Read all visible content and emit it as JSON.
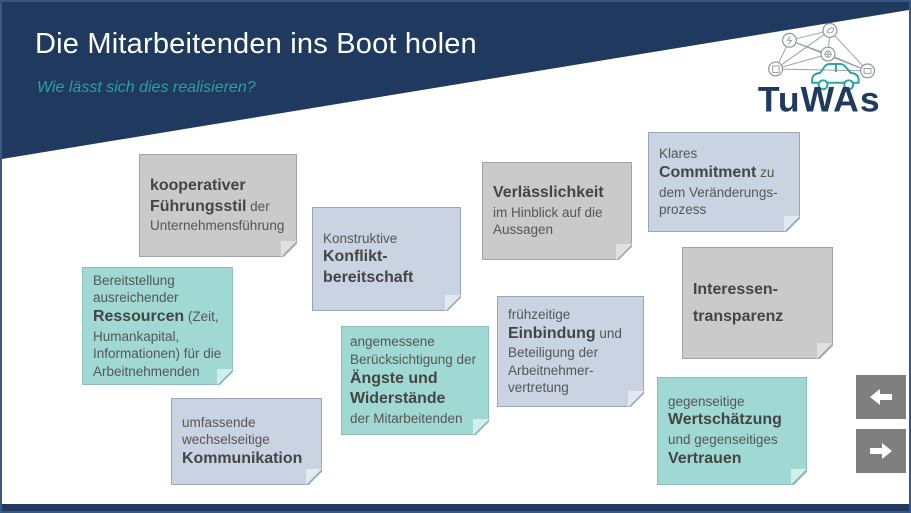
{
  "slide": {
    "title": "Die Mitarbeitenden ins Boot holen",
    "subtitle": "Wie lässt sich dies realisieren?",
    "logo": {
      "text": "TuWAs",
      "icons": [
        "network-nodes-icon",
        "car-icon"
      ]
    }
  },
  "colors": {
    "header_navy": "#1f3a5e",
    "subtitle_teal": "#2d9fa0",
    "note_gray": "#cacaca",
    "note_blue_gray": "#c9d3e1",
    "note_teal": "#a0d8d3",
    "note_text": "#565656",
    "nav_button_gray": "#7f7f7f",
    "footer_navy": "#1f3a5e"
  },
  "notes": [
    {
      "key": "kooperativer-fuehrungsstil",
      "variant": "gray",
      "segments": [
        {
          "t": "kooperativer",
          "b": true,
          "br": true
        },
        {
          "t": "Führungsstil",
          "b": true,
          "br": false
        },
        {
          "t": " der",
          "b": false,
          "br": true
        },
        {
          "t": "Unternehmensführung",
          "b": false,
          "br": false
        }
      ]
    },
    {
      "key": "konfliktbereitschaft",
      "variant": "blue",
      "segments": [
        {
          "t": "Konstruktive",
          "b": false,
          "br": true
        },
        {
          "t": "Konflikt-",
          "b": true,
          "br": true
        },
        {
          "t": "bereitschaft",
          "b": true,
          "br": false
        }
      ]
    },
    {
      "key": "verlaesslichkeit",
      "variant": "gray",
      "segments": [
        {
          "t": "Verlässlichkeit",
          "b": true,
          "br": true
        },
        {
          "t": "im Hinblick auf die",
          "b": false,
          "br": true
        },
        {
          "t": "Aussagen",
          "b": false,
          "br": false
        }
      ]
    },
    {
      "key": "klares-commitment",
      "variant": "blue",
      "segments": [
        {
          "t": "Klares",
          "b": false,
          "br": true
        },
        {
          "t": "Commitment",
          "b": true,
          "br": false
        },
        {
          "t": " zu",
          "b": false,
          "br": true
        },
        {
          "t": "dem Veränderungs-",
          "b": false,
          "br": true
        },
        {
          "t": "prozess",
          "b": false,
          "br": false
        }
      ]
    },
    {
      "key": "ressourcen",
      "variant": "teal",
      "segments": [
        {
          "t": "Bereitstellung",
          "b": false,
          "br": true
        },
        {
          "t": "ausreichender",
          "b": false,
          "br": true
        },
        {
          "t": "Ressourcen",
          "b": true,
          "br": false
        },
        {
          "t": " (Zeit,",
          "b": false,
          "br": true
        },
        {
          "t": "Humankapital,",
          "b": false,
          "br": true
        },
        {
          "t": "Informationen) für die",
          "b": false,
          "br": true
        },
        {
          "t": "Arbeitnehmenden",
          "b": false,
          "br": false
        }
      ]
    },
    {
      "key": "fruehzeitige-einbindung",
      "variant": "blue",
      "segments": [
        {
          "t": "frühzeitige",
          "b": false,
          "br": true
        },
        {
          "t": "Einbindung",
          "b": true,
          "br": false
        },
        {
          "t": " und",
          "b": false,
          "br": true
        },
        {
          "t": "Beteiligung der",
          "b": false,
          "br": true
        },
        {
          "t": "Arbeitnehmer-",
          "b": false,
          "br": true
        },
        {
          "t": "vertretung",
          "b": false,
          "br": false
        }
      ]
    },
    {
      "key": "interessentransparenz",
      "variant": "gray",
      "segments": [
        {
          "t": "Interessen-",
          "b": true,
          "br": true
        },
        {
          "t": "transparenz",
          "b": true,
          "br": false
        }
      ]
    },
    {
      "key": "aengste-und-widerstaende",
      "variant": "teal",
      "segments": [
        {
          "t": "angemessene",
          "b": false,
          "br": true
        },
        {
          "t": "Berücksichtigung der",
          "b": false,
          "br": true
        },
        {
          "t": "Ängste und",
          "b": true,
          "br": true
        },
        {
          "t": "Widerstände",
          "b": true,
          "br": true
        },
        {
          "t": "der Mitarbeitenden",
          "b": false,
          "br": false
        }
      ]
    },
    {
      "key": "kommunikation",
      "variant": "blue",
      "segments": [
        {
          "t": "umfassende",
          "b": false,
          "br": true
        },
        {
          "t": "wechselseitige",
          "b": false,
          "br": true
        },
        {
          "t": "Kommunikation",
          "b": true,
          "br": false
        }
      ]
    },
    {
      "key": "wertschaetzung-vertrauen",
      "variant": "teal",
      "segments": [
        {
          "t": "gegenseitige",
          "b": false,
          "br": true
        },
        {
          "t": "Wertschätzung",
          "b": true,
          "br": true
        },
        {
          "t": "und gegenseitiges",
          "b": false,
          "br": true
        },
        {
          "t": "Vertrauen",
          "b": true,
          "br": false
        }
      ]
    }
  ],
  "nav": {
    "back_icon": "arrow-left",
    "forward_icon": "arrow-right"
  }
}
